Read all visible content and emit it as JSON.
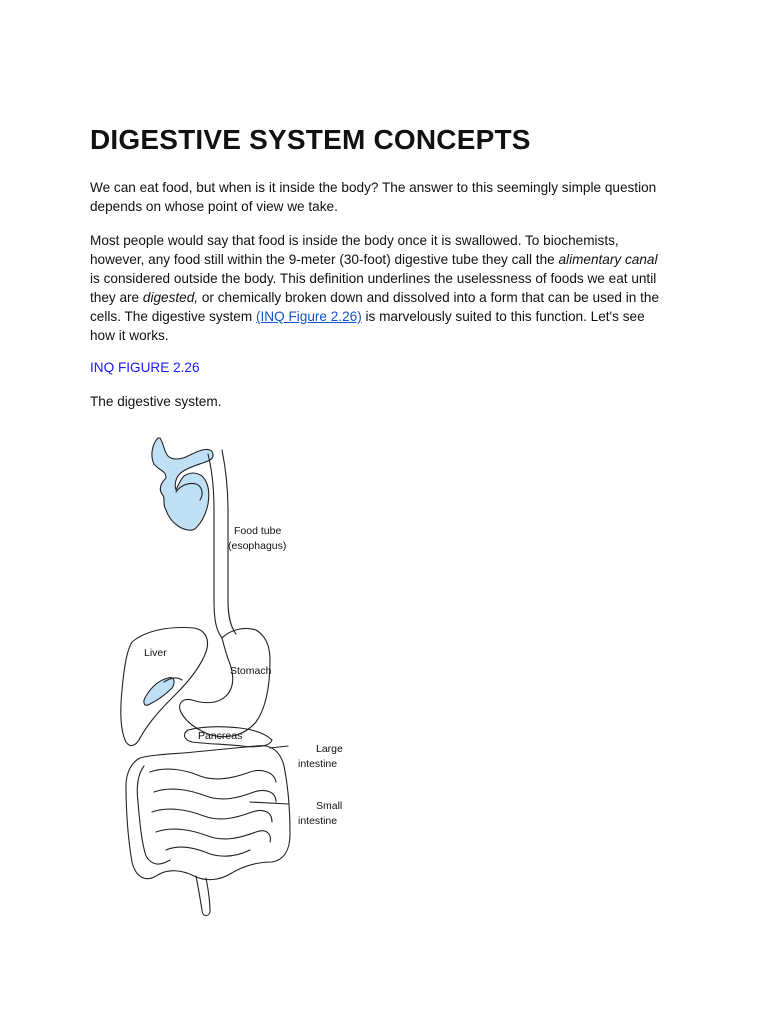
{
  "title": "DIGESTIVE SYSTEM CONCEPTS",
  "paragraph1": {
    "line1": "We can eat food, but when is it inside the body? The answer to this seemingly simple question",
    "line2": "depends on whose point of view we take."
  },
  "paragraph2": {
    "line1": "Most people would say that food is inside the body once it is swallowed. To biochemists,",
    "line2_pre": "however, any food still within the 9-meter (30-foot) digestive tube they call the ",
    "line2_em": "alimentary canal",
    "line3": "is considered outside the body. This definition underlines the uselessness of foods we eat until",
    "line4_pre": "they are ",
    "line4_em": "digested,",
    "line4_post": " or chemically broken down and dissolved into a form that can be used in the",
    "line5_pre": "cells. The digestive system ",
    "line5_link": "(INQ Figure 2.26)",
    "line5_post": " is marvelously suited to this function. Let's see",
    "line6": "how it works."
  },
  "figure": {
    "caption": "INQ FIGURE 2.26",
    "description": "The digestive system.",
    "labels": {
      "food_tube_1": "Food tube",
      "food_tube_2": "(esophagus)",
      "liver": "Liver",
      "stomach": "Stomach",
      "pancreas": "Pancreas",
      "large_1": "Large",
      "large_2": "intestine",
      "small_1": "Small",
      "small_2": "intestine"
    },
    "colors": {
      "highlight": "#bfe0f5",
      "outline": "#222222"
    }
  },
  "colors": {
    "caption": "#1a1aff",
    "link": "#1155cc"
  }
}
